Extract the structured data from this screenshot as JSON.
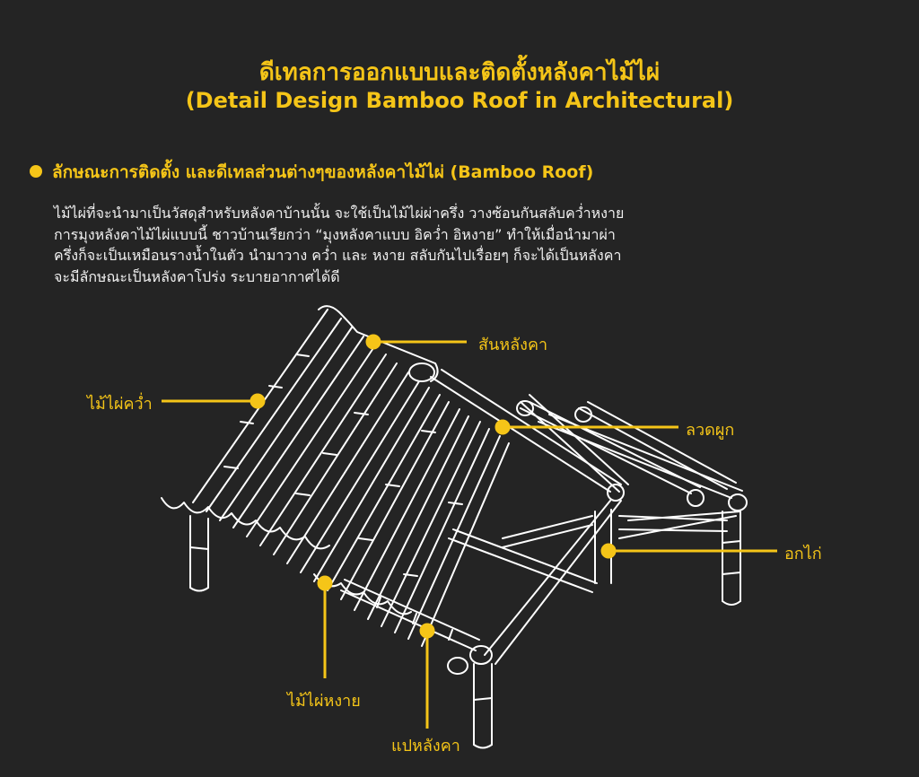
{
  "title": {
    "thai": "ดีเทลการออกแบบและติดตั้งหลังคาไม้ไผ่",
    "english": "(Detail Design Bamboo Roof in Architectural)"
  },
  "section": {
    "heading": "ลักษณะการติดตั้ง และดีเทลส่วนต่างๆของหลังคาไม้ไผ่ (Bamboo Roof)",
    "paragraph_lines": [
      "ไม้ไผ่ที่จะนำมาเป็นวัสดุสำหรับหลังคาบ้านนั้น จะใช้เป็นไม้ไผ่ผ่าครึ่ง วางซ้อนกันสลับคว่ำหงาย",
      "การมุงหลังคาไม้ไผ่แบบนี้ ชาวบ้านเรียกว่า “มุงหลังคาแบบ อิคว่ำ อิหงาย” ทำให้เมื่อนำมาผ่า",
      "ครึ่งก็จะเป็นเหมือนรางน้ำในตัว นำมาวาง คว่ำ และ หงาย สลับกันไปเรื่อยๆ ก็จะได้เป็นหลังคา",
      "จะมีลักษณะเป็นหลังคาโปร่ง ระบายอากาศได้ดี"
    ]
  },
  "labels": {
    "ridge": "สันหลังคา",
    "inverted_bamboo": "ไม้ไผ่คว่ำ",
    "batten": "ลวดผูก",
    "ridge_post": "อกไก่",
    "upturned_bamboo": "ไม้ไผ่หงาย",
    "purlin": "แปหลังคา"
  },
  "colors": {
    "background": "#242424",
    "accent": "#f5c518",
    "line_art": "#ffffff"
  }
}
